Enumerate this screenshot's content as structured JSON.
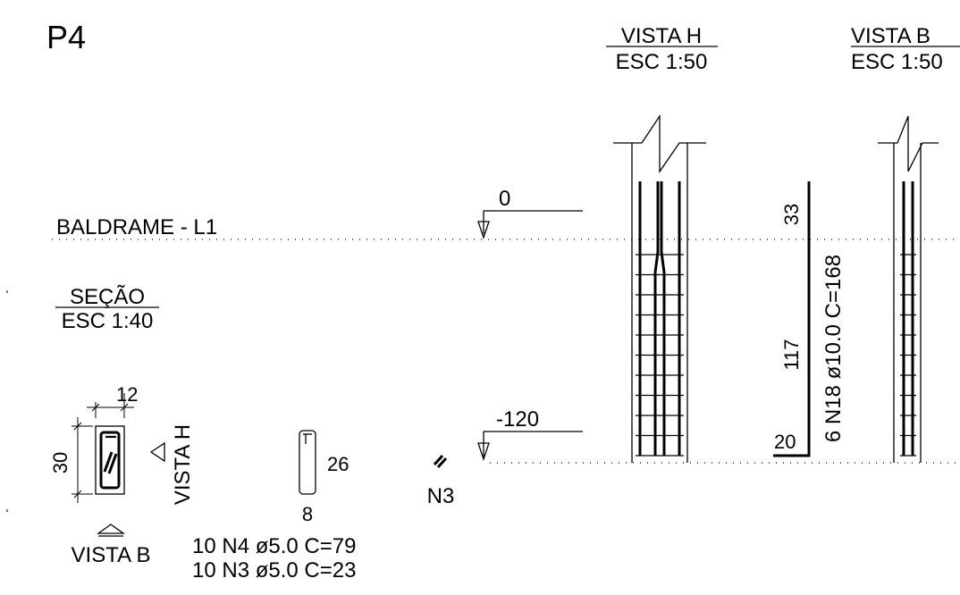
{
  "pillar": {
    "title": "P4"
  },
  "views": {
    "vista_h": {
      "title": "VISTA H",
      "scale": "ESC 1:50"
    },
    "vista_b": {
      "title": "VISTA B",
      "scale": "ESC 1:50"
    }
  },
  "levels": {
    "top": {
      "value": "0",
      "name": "BALDRAME - L1"
    },
    "bottom": {
      "value": "-120"
    }
  },
  "section": {
    "title": "SEÇÃO",
    "scale": "ESC 1:40",
    "dim_width": "12",
    "dim_height": "30",
    "marker_h": "VISTA H",
    "marker_b": "VISTA B"
  },
  "stirrup_n4": {
    "dim_height": "26",
    "dim_width": "8"
  },
  "stirrup_n3": {
    "label": "N3"
  },
  "schedule": {
    "line1": "10 N4 ø5.0 C=79",
    "line2": "10 N3 ø5.0 C=23"
  },
  "longitudinal_bar": {
    "dim_top": "33",
    "dim_mid": "117",
    "dim_hook": "20",
    "spec": "6 N18 ø10.0 C=168"
  },
  "colors": {
    "ink": "#000000",
    "background": "#ffffff"
  }
}
